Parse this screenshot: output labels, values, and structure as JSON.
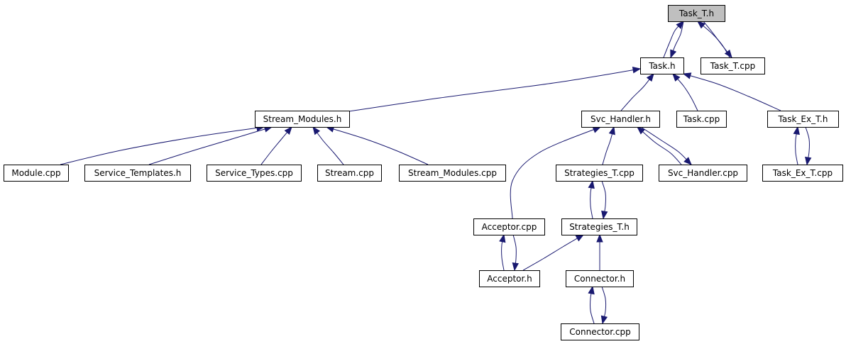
{
  "graph": {
    "colors": {
      "edge": "#191970",
      "root_fill": "#bfbfbf",
      "node_fill": "#ffffff",
      "node_border": "#000000"
    },
    "nodes": [
      {
        "id": "task_t_h",
        "label": "Task_T.h",
        "root": true
      },
      {
        "id": "task_h",
        "label": "Task.h"
      },
      {
        "id": "task_t_cpp",
        "label": "Task_T.cpp"
      },
      {
        "id": "stream_modules_h",
        "label": "Stream_Modules.h"
      },
      {
        "id": "svc_handler_h",
        "label": "Svc_Handler.h"
      },
      {
        "id": "task_cpp",
        "label": "Task.cpp"
      },
      {
        "id": "task_ex_t_h",
        "label": "Task_Ex_T.h"
      },
      {
        "id": "module_cpp",
        "label": "Module.cpp"
      },
      {
        "id": "service_templates_h",
        "label": "Service_Templates.h"
      },
      {
        "id": "service_types_cpp",
        "label": "Service_Types.cpp"
      },
      {
        "id": "stream_cpp",
        "label": "Stream.cpp"
      },
      {
        "id": "stream_modules_cpp",
        "label": "Stream_Modules.cpp"
      },
      {
        "id": "strategies_t_cpp",
        "label": "Strategies_T.cpp"
      },
      {
        "id": "svc_handler_cpp",
        "label": "Svc_Handler.cpp"
      },
      {
        "id": "task_ex_t_cpp",
        "label": "Task_Ex_T.cpp"
      },
      {
        "id": "acceptor_cpp",
        "label": "Acceptor.cpp"
      },
      {
        "id": "strategies_t_h",
        "label": "Strategies_T.h"
      },
      {
        "id": "acceptor_h",
        "label": "Acceptor.h"
      },
      {
        "id": "connector_h",
        "label": "Connector.h"
      },
      {
        "id": "connector_cpp",
        "label": "Connector.cpp"
      }
    ],
    "edges": [
      {
        "from": "task_h",
        "to": "task_t_h"
      },
      {
        "from": "task_t_h",
        "to": "task_h"
      },
      {
        "from": "task_t_cpp",
        "to": "task_t_h"
      },
      {
        "from": "task_t_h",
        "to": "task_t_cpp"
      },
      {
        "from": "stream_modules_h",
        "to": "task_h"
      },
      {
        "from": "svc_handler_h",
        "to": "task_h"
      },
      {
        "from": "task_cpp",
        "to": "task_h"
      },
      {
        "from": "task_ex_t_h",
        "to": "task_h"
      },
      {
        "from": "module_cpp",
        "to": "stream_modules_h"
      },
      {
        "from": "service_templates_h",
        "to": "stream_modules_h"
      },
      {
        "from": "service_types_cpp",
        "to": "stream_modules_h"
      },
      {
        "from": "stream_cpp",
        "to": "stream_modules_h"
      },
      {
        "from": "stream_modules_cpp",
        "to": "stream_modules_h"
      },
      {
        "from": "acceptor_cpp",
        "to": "svc_handler_h"
      },
      {
        "from": "strategies_t_cpp",
        "to": "svc_handler_h"
      },
      {
        "from": "svc_handler_cpp",
        "to": "svc_handler_h"
      },
      {
        "from": "svc_handler_h",
        "to": "svc_handler_cpp"
      },
      {
        "from": "task_ex_t_cpp",
        "to": "task_ex_t_h"
      },
      {
        "from": "task_ex_t_h",
        "to": "task_ex_t_cpp"
      },
      {
        "from": "strategies_t_h",
        "to": "strategies_t_cpp"
      },
      {
        "from": "strategies_t_cpp",
        "to": "strategies_t_h"
      },
      {
        "from": "acceptor_h",
        "to": "acceptor_cpp"
      },
      {
        "from": "acceptor_cpp",
        "to": "acceptor_h"
      },
      {
        "from": "acceptor_h",
        "to": "strategies_t_h"
      },
      {
        "from": "connector_h",
        "to": "strategies_t_h"
      },
      {
        "from": "connector_cpp",
        "to": "connector_h"
      },
      {
        "from": "connector_h",
        "to": "connector_cpp"
      }
    ]
  }
}
